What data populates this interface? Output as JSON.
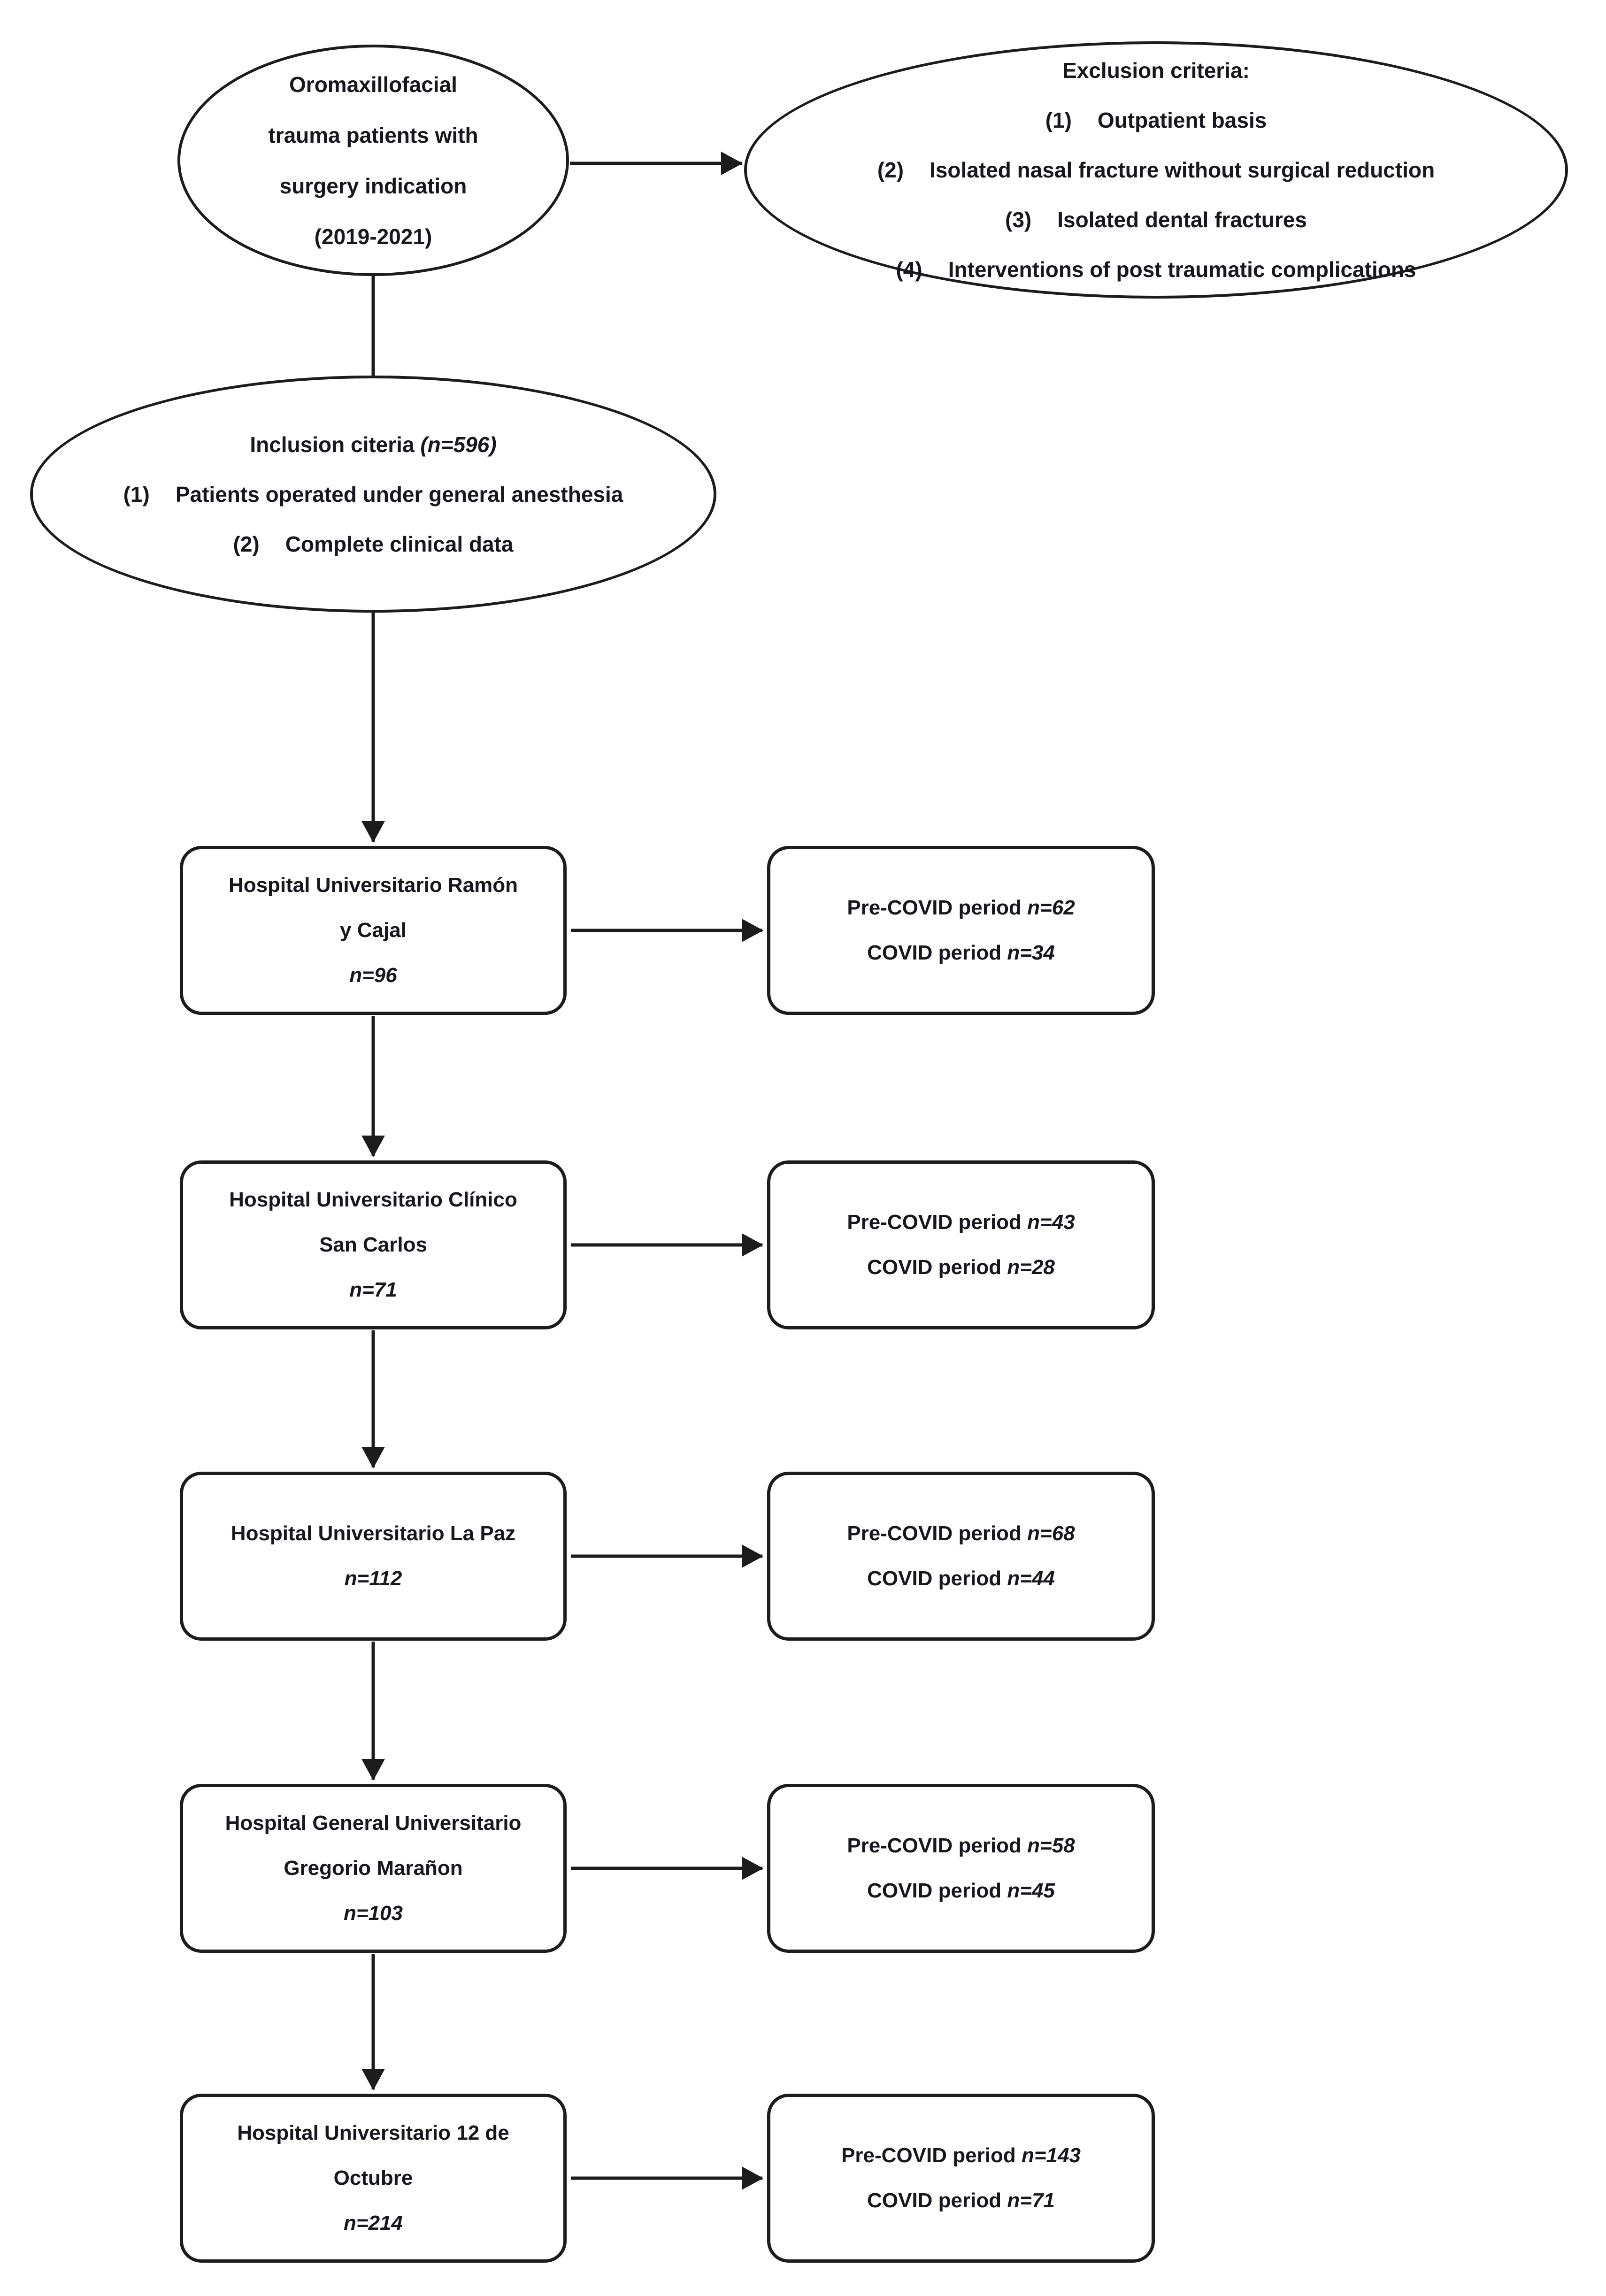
{
  "diagram": {
    "source_ellipse": {
      "lines": [
        "Oromaxillofacial",
        "trauma patients with",
        "surgery indication",
        "(2019-2021)"
      ]
    },
    "exclusion_ellipse": {
      "title": "Exclusion criteria:",
      "items": [
        {
          "num": "(1)",
          "text": "Outpatient basis"
        },
        {
          "num": "(2)",
          "text": "Isolated nasal fracture without surgical reduction"
        },
        {
          "num": "(3)",
          "text": "Isolated dental fractures"
        },
        {
          "num": "(4)",
          "text": "Interventions of post traumatic complications"
        }
      ]
    },
    "inclusion_ellipse": {
      "title": "Inclusion citeria",
      "n": "(n=596)",
      "items": [
        {
          "num": "(1)",
          "text": "Patients operated under general anesthesia"
        },
        {
          "num": "(2)",
          "text": "Complete clinical data"
        }
      ]
    },
    "hospitals": [
      {
        "name_lines": [
          "Hospital Universitario Ramón",
          "y Cajal"
        ],
        "n": "n=96",
        "periods": [
          {
            "label": "Pre-COVID period",
            "n": "n=62"
          },
          {
            "label": "COVID period",
            "n": "n=34"
          }
        ]
      },
      {
        "name_lines": [
          "Hospital Universitario Clínico",
          "San Carlos"
        ],
        "n": "n=71",
        "periods": [
          {
            "label": "Pre-COVID period",
            "n": "n=43"
          },
          {
            "label": "COVID period",
            "n": "n=28"
          }
        ]
      },
      {
        "name_lines": [
          "Hospital Universitario La Paz"
        ],
        "n": "n=112",
        "periods": [
          {
            "label": "Pre-COVID period",
            "n": "n=68"
          },
          {
            "label": "COVID period",
            "n": "n=44"
          }
        ]
      },
      {
        "name_lines": [
          "Hospital General Universitario",
          "Gregorio Marañon"
        ],
        "n": "n=103",
        "periods": [
          {
            "label": "Pre-COVID period",
            "n": "n=58"
          },
          {
            "label": "COVID period",
            "n": "n=45"
          }
        ]
      },
      {
        "name_lines": [
          "Hospital Universitario 12 de",
          "Octubre"
        ],
        "n": "n=214",
        "periods": [
          {
            "label": "Pre-COVID period",
            "n": "n=143"
          },
          {
            "label": "COVID period",
            "n": "n=71"
          }
        ]
      }
    ],
    "colors": {
      "ink": "#17171f",
      "line": "#1c1c1c",
      "background": "#ffffff"
    }
  }
}
